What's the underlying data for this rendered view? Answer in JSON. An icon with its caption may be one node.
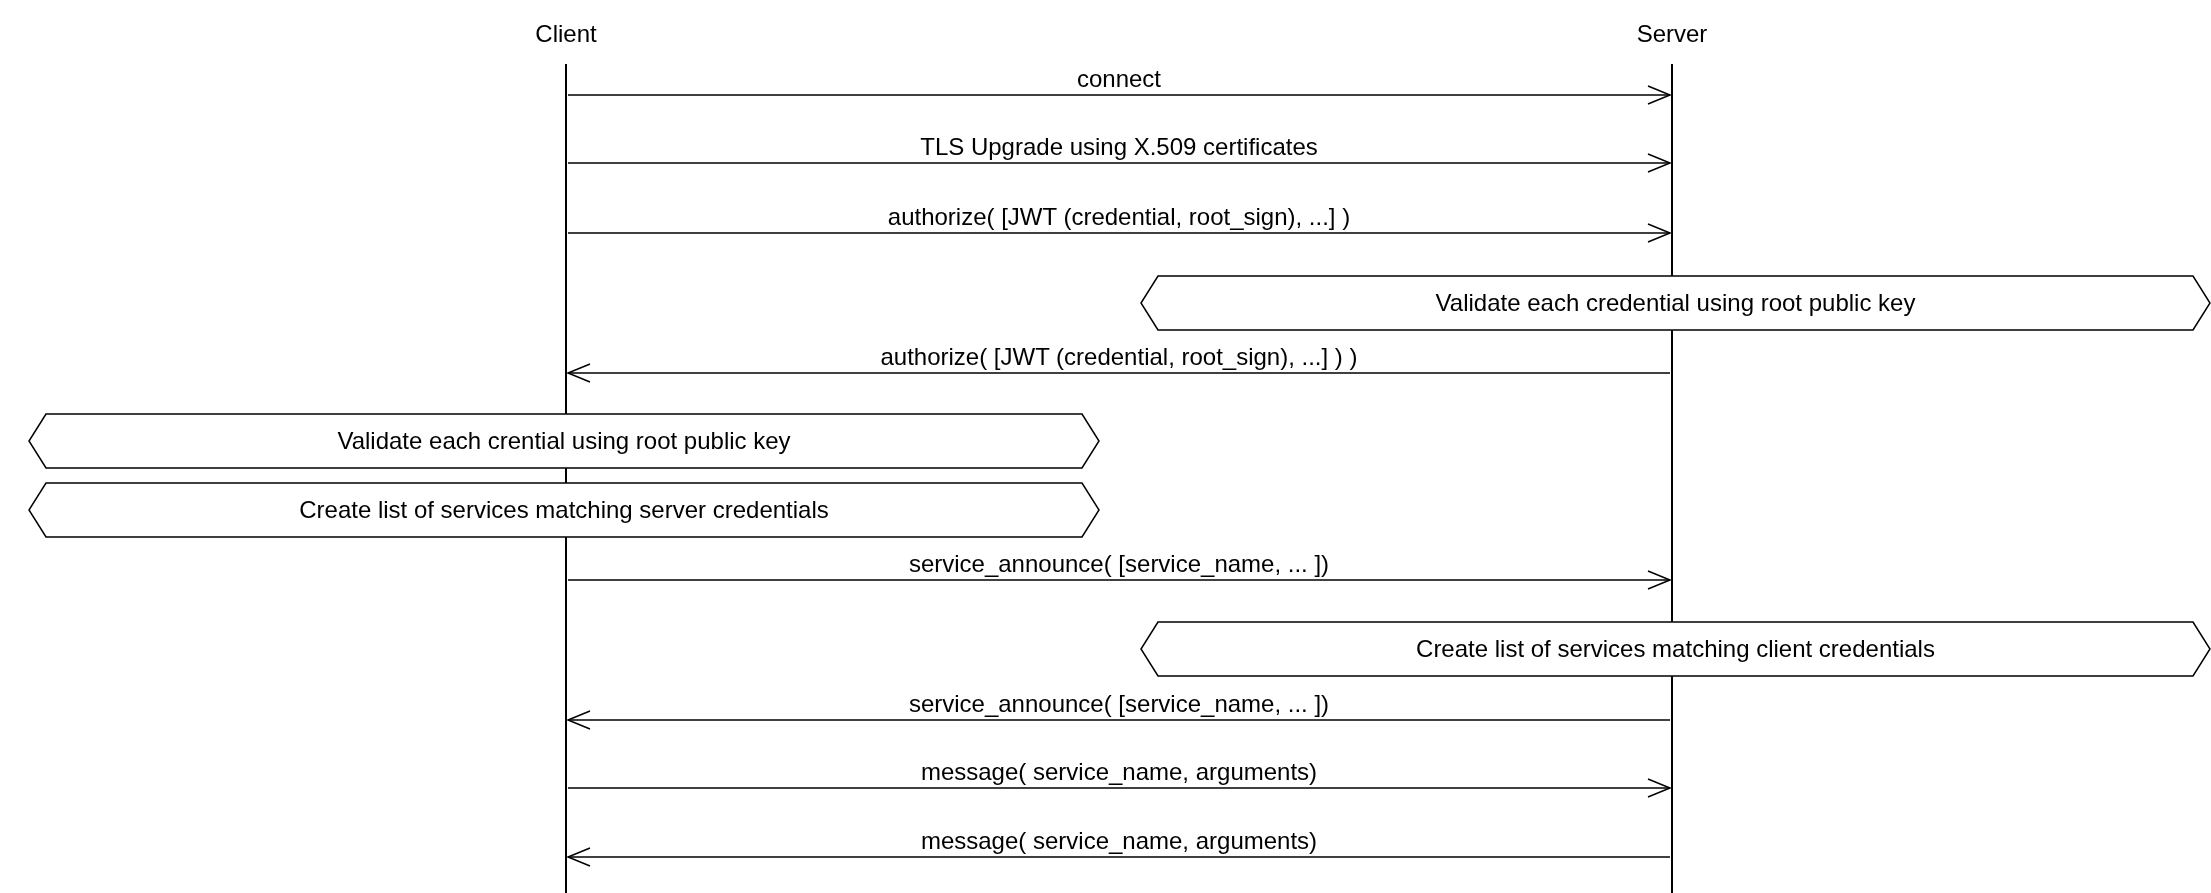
{
  "diagram": {
    "nodes": [
      {
        "text": [
          "Client"
        ]
      },
      {
        "text": [
          "Server"
        ]
      },
      {
        "text": [
          "Validate each credential using root public key"
        ]
      },
      {
        "text": [
          "Validate each crential using root public key"
        ]
      },
      {
        "text": [
          "Create list of services matching server credentials"
        ]
      },
      {
        "text": [
          "Create list of services matching client credentials"
        ]
      }
    ],
    "edges": [
      {
        "from": 0,
        "to": 1,
        "arrow": "to",
        "label": "connect"
      },
      {
        "from": 0,
        "to": 1,
        "arrow": "to",
        "label": "TLS Upgrade using X.509 certificates"
      },
      {
        "from": 0,
        "to": 1,
        "arrow": "to",
        "label": "authorize( [JWT (credential, root_sign), ...]  )"
      },
      {
        "from": 1,
        "to": 0,
        "arrow": "to",
        "label": "authorize( [JWT (credential, root_sign), ...] ) )"
      },
      {
        "from": 0,
        "to": 1,
        "arrow": "to",
        "label": "service_announce( [service_name, ... ])"
      },
      {
        "from": 1,
        "to": 0,
        "arrow": "to",
        "label": "service_announce( [service_name, ... ])"
      },
      {
        "from": 0,
        "to": 1,
        "arrow": "to",
        "label": "message( service_name, arguments)"
      },
      {
        "from": 1,
        "to": 0,
        "arrow": "to",
        "label": "message( service_name, arguments)"
      }
    ]
  }
}
